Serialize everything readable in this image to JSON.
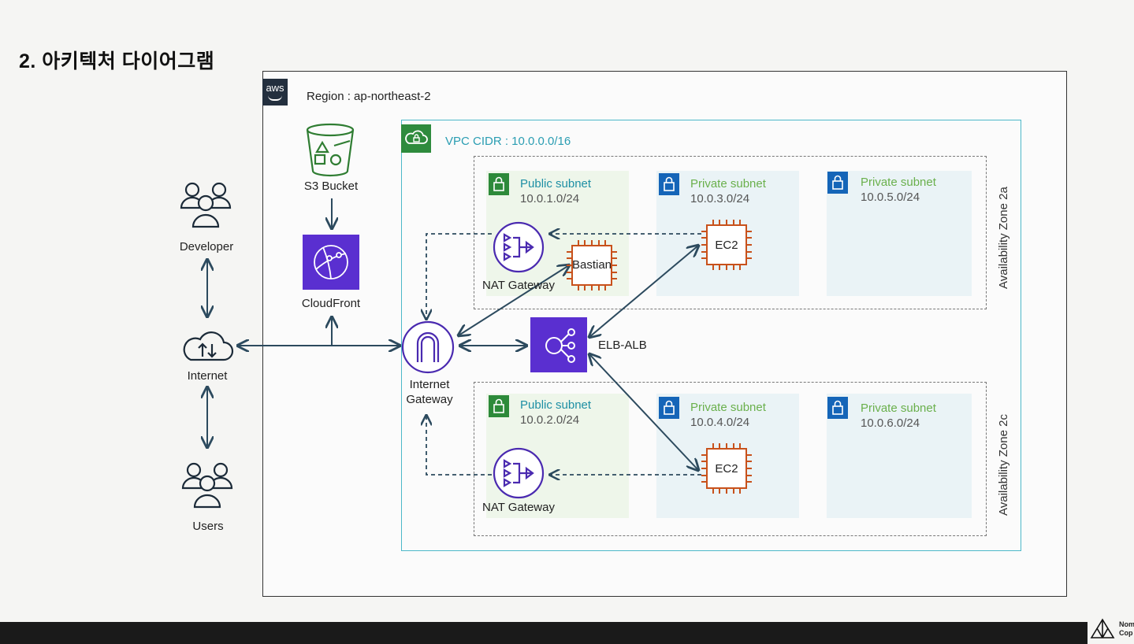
{
  "page": {
    "title": "2. 아키텍처 다이어그램"
  },
  "diagram": {
    "region": "Region : ap-northeast-2",
    "vpc": "VPC CIDR : 10.0.0.0/16",
    "aws_logo": "aws",
    "actors": {
      "developer": "Developer",
      "internet": "Internet",
      "users": "Users"
    },
    "services": {
      "s3": "S3 Bucket",
      "cloudfront": "CloudFront",
      "igw_line1": "Internet",
      "igw_line2": "Gateway",
      "elb": "ELB-ALB"
    },
    "zones": [
      {
        "label": "Availability Zone 2a",
        "subnets": [
          {
            "title": "Public subnet",
            "cidr": "10.0.1.0/24"
          },
          {
            "title": "Private subnet",
            "cidr": "10.0.3.0/24"
          },
          {
            "title": "Private subnet",
            "cidr": "10.0.5.0/24"
          }
        ],
        "nat": "NAT Gateway",
        "bastion": "Bastian",
        "ec2": "EC2"
      },
      {
        "label": "Availability Zone 2c",
        "subnets": [
          {
            "title": "Public subnet",
            "cidr": "10.0.2.0/24"
          },
          {
            "title": "Private subnet",
            "cidr": "10.0.4.0/24"
          },
          {
            "title": "Private subnet",
            "cidr": "10.0.6.0/24"
          }
        ],
        "nat": "NAT Gateway",
        "ec2": "EC2"
      }
    ]
  },
  "colors": {
    "public": "#1d8fa4",
    "private": "#6ab04c",
    "vpc": "#4cb8c9",
    "arrow": "#2c4a5e",
    "ec2": "#c8511b",
    "purple": "#5a2fd0"
  },
  "footer": {
    "logo_text": "Nom Cop"
  }
}
